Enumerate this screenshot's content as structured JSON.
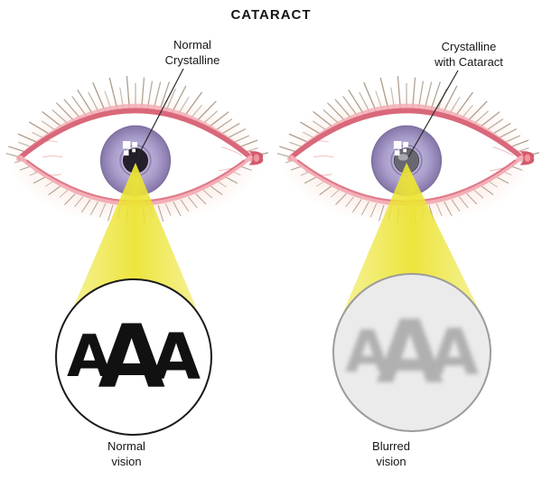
{
  "title": "CATARACT",
  "panels": {
    "left": {
      "lens_label": [
        "Normal",
        "Crystalline"
      ],
      "vision_label": [
        "Normal",
        "vision"
      ],
      "letters": [
        "A",
        "A",
        "A"
      ]
    },
    "right": {
      "lens_label": [
        "Crystalline",
        "with Cataract"
      ],
      "vision_label": [
        "Blurred",
        "vision"
      ],
      "letters": [
        "A",
        "A",
        "A"
      ]
    }
  },
  "colors": {
    "cone": "#ece433",
    "iris": "#a99dcb",
    "iris-light": "#d6cde9",
    "iris-dark": "#8576a8",
    "pupil": "#241f2b",
    "lid": "#d9687a",
    "lid-soft": "#f3aeb6",
    "lash": "#a2937f",
    "skin": "#fbe4dc",
    "vein": "#e39898",
    "cataract": "#6f6e78",
    "normal-letters": "#111111",
    "blurred-letters": "#b0b0b0",
    "blur-circle-bg": "#ebebeb",
    "blur-circle-border": "#9c9c9c",
    "outline": "#1a1a1a"
  }
}
